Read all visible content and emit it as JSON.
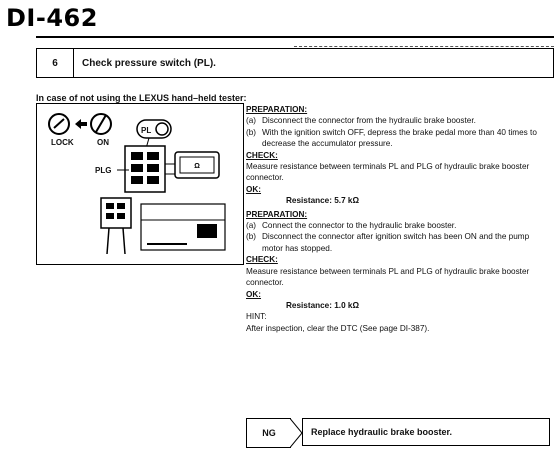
{
  "page_id": "DI-462",
  "step": {
    "number": "6",
    "title": "Check pressure switch (PL)."
  },
  "case_line": "In case of not using the LEXUS hand–held tester:",
  "figure": {
    "lock_label": "LOCK",
    "on_label": "ON",
    "pl_label": "PL",
    "plg_label": "PLG"
  },
  "section1": {
    "preparation_heading": "PREPARATION:",
    "prep_a_marker": "(a)",
    "prep_a_text": "Disconnect the connector from the hydraulic brake booster.",
    "prep_b_marker": "(b)",
    "prep_b_text": "With the ignition switch OFF, depress the brake pedal more than 40 times to decrease the accumulator pressure.",
    "check_heading": "CHECK:",
    "check_text": "Measure resistance between terminals PL and PLG of hydraulic brake booster connector.",
    "ok_heading": "OK:",
    "ok_text": "Resistance: 5.7 kΩ"
  },
  "section2": {
    "preparation_heading": "PREPARATION:",
    "prep_a_marker": "(a)",
    "prep_a_text": "Connect the connector to the hydraulic brake booster.",
    "prep_b_marker": "(b)",
    "prep_b_text": "Disconnect the connector after ignition switch has been ON and the pump motor has stopped.",
    "check_heading": "CHECK:",
    "check_text": "Measure resistance between terminals PL and PLG of hydraulic brake booster connector.",
    "ok_heading": "OK:",
    "ok_text": "Resistance: 1.0 kΩ"
  },
  "hint_label": "HINT:",
  "hint_text": "After inspection, clear the DTC (See page DI-387).",
  "no_branch": {
    "label": "NG",
    "action": "Replace hydraulic brake booster."
  }
}
